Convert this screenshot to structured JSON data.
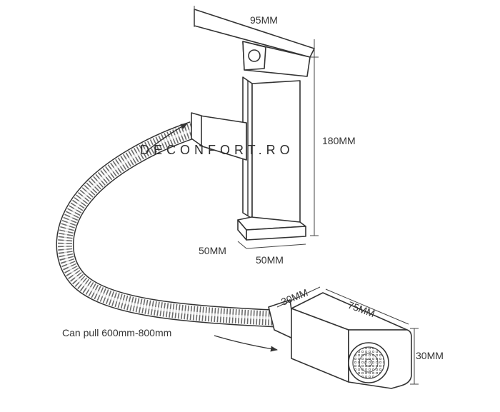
{
  "watermark": "DECONFORT.RO",
  "dimensions": {
    "lever_width": "95MM",
    "body_height": "180MM",
    "base_left": "50MM",
    "base_bottom": "50MM",
    "head_top": "30MM",
    "head_length": "75MM",
    "head_side": "30MM"
  },
  "hose_note": "Can pull 600mm-800mm",
  "colors": {
    "line": "#333333",
    "background": "#ffffff"
  }
}
